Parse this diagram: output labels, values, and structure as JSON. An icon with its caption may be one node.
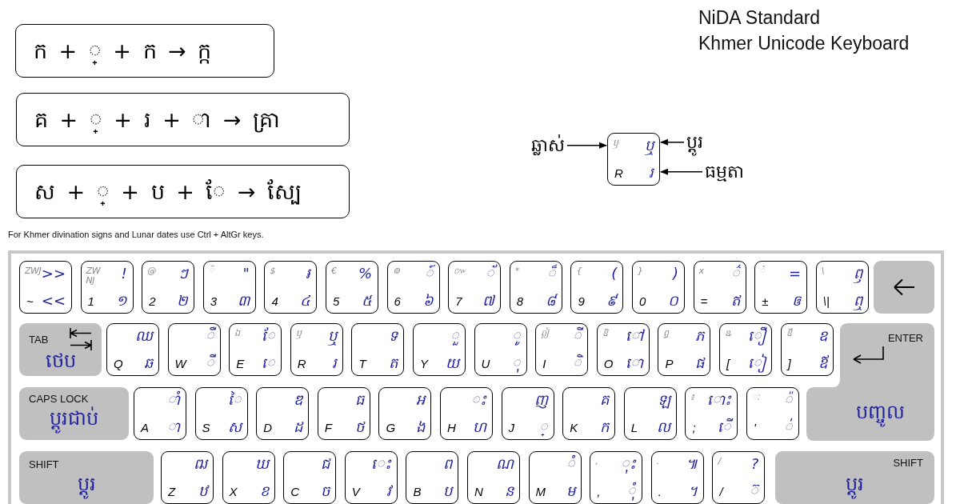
{
  "diagram": {
    "title": "NiDA Standard Khmer Unicode Keyboard",
    "nodes": [
      {
        "text": [
          "ក + ◌្ + ក → ក្ក"
        ]
      },
      {
        "text": [
          "គ + ◌្ + រ + ◌ា → គ្រា"
        ]
      },
      {
        "text": [
          "ស + ◌្ + ប + ◌ែ → ស្បែ"
        ]
      },
      {
        "text": [
          "ឆ្លាស់"
        ]
      },
      {
        "text": [
          "ឫ",
          "ឬ",
          "R",
          "រ"
        ]
      },
      {
        "text": [
          "ប្តូរ"
        ]
      },
      {
        "text": [
          "ធម្មតា"
        ]
      },
      {
        "text": [
          "ZWJ",
          ">>",
          "~",
          "<<"
        ]
      },
      {
        "text": [
          "ZW NJ",
          "!",
          "1",
          "១"
        ]
      },
      {
        "text": [
          "@",
          "ៗ",
          "2",
          "២"
        ]
      },
      {
        "text": [
          "◌៑",
          "\"",
          "3",
          "៣"
        ]
      },
      {
        "text": [
          "$",
          "៛",
          "4",
          "៤"
        ]
      },
      {
        "text": [
          "€",
          "%",
          "5",
          "៥"
        ]
      },
      {
        "text": [
          "៙",
          "◌៍",
          "6",
          "៦"
        ]
      },
      {
        "text": [
          "៚",
          "◌័",
          "7",
          "៧"
        ]
      },
      {
        "text": [
          "*",
          "◌៏",
          "8",
          "៨"
        ]
      },
      {
        "text": [
          "{",
          "(",
          "9",
          "៩"
        ]
      },
      {
        "text": [
          "}",
          ")",
          "0",
          "០"
        ]
      },
      {
        "text": [
          "x",
          "◌៌",
          "=",
          "ឥ"
        ]
      },
      {
        "text": [
          "◌៎",
          "=",
          "±",
          "ឲ"
        ]
      },
      {
        "text": [
          "\\",
          "ឭ",
          "\\|",
          "ឮ"
        ]
      },
      {
        "text": [],
        "shape": "box"
      },
      {
        "text": [
          "TAB",
          "ថេប"
        ]
      },
      {
        "text": [
          "ឈ",
          "Q",
          "ឆ"
        ]
      },
      {
        "text": [
          "◌ឺ",
          "W",
          "◌ឹ"
        ]
      },
      {
        "text": [
          "ឯ",
          "◌ែ",
          "E",
          "◌េ"
        ]
      },
      {
        "text": [
          "ឫ",
          "ឬ",
          "R",
          "រ"
        ]
      },
      {
        "text": [
          "ទ",
          "T",
          "ត"
        ]
      },
      {
        "text": [
          "◌ួ",
          "Y",
          "យ"
        ]
      },
      {
        "text": [
          "◌ូ",
          "U",
          "◌ុ"
        ]
      },
      {
        "text": [
          "ឦ",
          "◌ី",
          "I",
          "◌ិ"
        ]
      },
      {
        "text": [
          "ឱ",
          "◌ៅ",
          "O",
          "◌ោ"
        ]
      },
      {
        "text": [
          "ឰ",
          "ភ",
          "P",
          "ផ"
        ]
      },
      {
        "text": [
          "ឩ",
          "◌ឿ",
          "[",
          "◌ៀ"
        ]
      },
      {
        "text": [
          "ឳ",
          "ឧ",
          "]",
          "ឪ"
        ]
      },
      {
        "text": [
          "ENTER",
          "បញ្ចូល"
        ]
      },
      {
        "text": [
          "CAPS LOCK",
          "ប្តូរជាប់"
        ]
      },
      {
        "text": [
          "◌ាំ",
          "A",
          "◌ា"
        ]
      },
      {
        "text": [
          "◌ៃ",
          "S",
          "ស"
        ]
      },
      {
        "text": [
          "ឌ",
          "D",
          "ដ"
        ]
      },
      {
        "text": [
          "ធ",
          "F",
          "ថ"
        ]
      },
      {
        "text": [
          "អ",
          "G",
          "ង"
        ]
      },
      {
        "text": [
          "◌ះ",
          "H",
          "ហ"
        ]
      },
      {
        "text": [
          "ញ",
          "J",
          "◌្"
        ]
      },
      {
        "text": [
          "គ",
          "K",
          "ក"
        ]
      },
      {
        "text": [
          "ឡ",
          "L",
          "ល"
        ]
      },
      {
        "text": [
          "៖",
          "◌ោះ",
          ";",
          "◌ើ"
        ]
      },
      {
        "text": [
          "◌ៈ",
          "◌៉",
          "'",
          "◌់"
        ]
      },
      {
        "text": [
          "SHIFT",
          "ប្តូរ"
        ]
      },
      {
        "text": [
          "ឍ",
          "Z",
          "ឋ"
        ]
      },
      {
        "text": [
          "ឃ",
          "X",
          "ខ"
        ]
      },
      {
        "text": [
          "ជ",
          "C",
          "ច"
        ]
      },
      {
        "text": [
          "◌េះ",
          "V",
          "វ"
        ]
      },
      {
        "text": [
          "ព",
          "B",
          "ប"
        ]
      },
      {
        "text": [
          "ណ",
          "N",
          "ន"
        ]
      },
      {
        "text": [
          "◌ំ",
          "M",
          "ម"
        ]
      },
      {
        "text": [
          ",",
          "◌ុះ",
          ",",
          "◌ុំ"
        ]
      },
      {
        "text": [
          ".",
          "៕",
          ".",
          "។"
        ]
      },
      {
        "text": [
          "/",
          "?",
          "/",
          "◌៊"
        ]
      },
      {
        "text": [
          "SHIFT",
          "ប្តូរ"
        ]
      }
    ],
    "edges": [
      {
        "from": 3,
        "to": 4,
        "arrow": "to"
      },
      {
        "from": 5,
        "to": 4,
        "arrow": "to"
      },
      {
        "from": 6,
        "to": 4,
        "arrow": "to"
      }
    ],
    "labels": [
      "For Khmer divination signs and Lunar dates use Ctrl + AltGr keys."
    ]
  }
}
